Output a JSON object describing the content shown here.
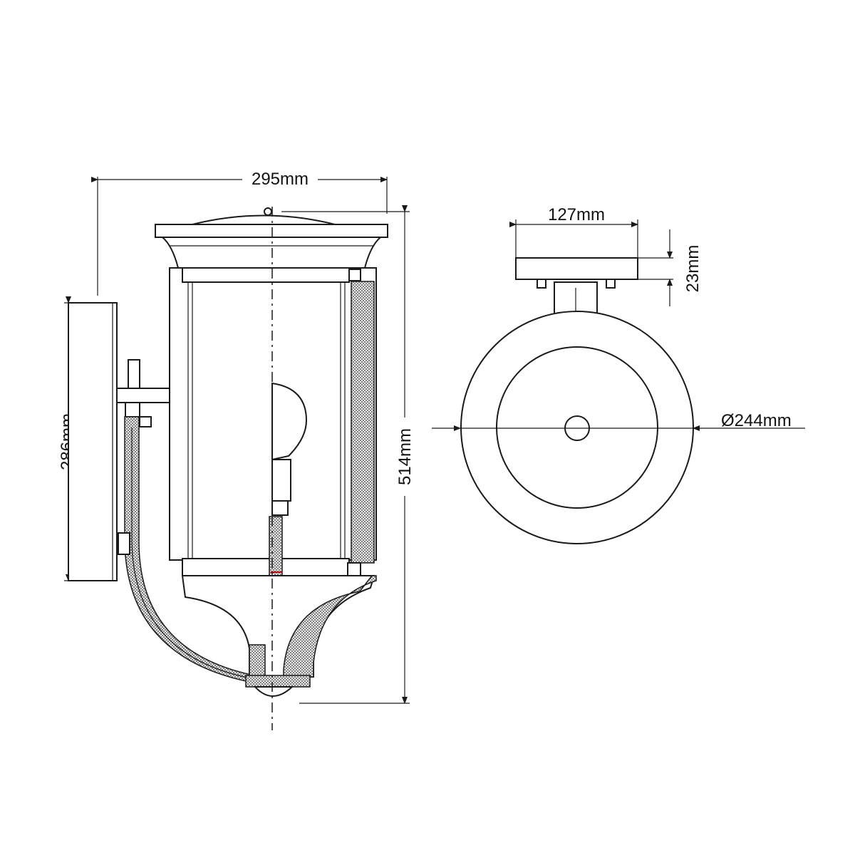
{
  "dimensions": {
    "overall_width": "295mm",
    "overall_height": "514mm",
    "backplate_height": "286mm",
    "mount_width": "127mm",
    "mount_depth": "23mm",
    "diameter": "Ø244mm"
  }
}
